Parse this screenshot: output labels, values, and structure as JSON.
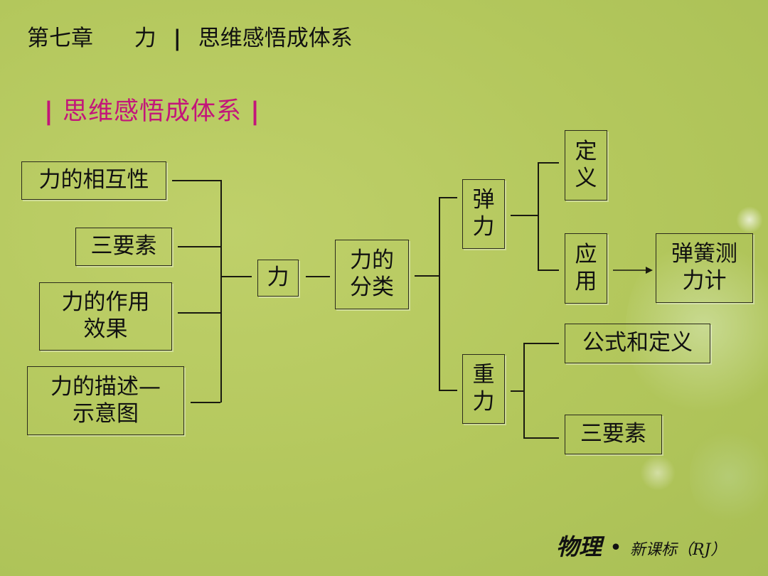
{
  "header": {
    "chapter": "第七章",
    "topic": "力",
    "separator": "|",
    "section": "思维感悟成体系"
  },
  "section_title": {
    "bar_left": "|",
    "text": "思维感悟成体系",
    "bar_right": "|"
  },
  "diagram": {
    "left_nodes": {
      "mutual": "力的相互性",
      "three_elements": "三要素",
      "effect_line1": "力的作用",
      "effect_line2": "效果",
      "describe_line1": "力的描述—",
      "describe_line2": "示意图"
    },
    "center_node": "力",
    "classification_line1": "力的",
    "classification_line2": "分类",
    "elastic_line1": "弹",
    "elastic_line2": "力",
    "gravity_line1": "重",
    "gravity_line2": "力",
    "definition_line1": "定",
    "definition_line2": "义",
    "application_line1": "应",
    "application_line2": "用",
    "scale_line1": "弹簧测",
    "scale_line2": "力计",
    "formula_definition": "公式和定义",
    "gravity_three_elements": "三要素"
  },
  "footer": {
    "subject": "物理",
    "dot": "•",
    "edition": "新课标（RJ）"
  },
  "colors": {
    "title_accent": "#c3157a",
    "line": "#1a1a10"
  }
}
